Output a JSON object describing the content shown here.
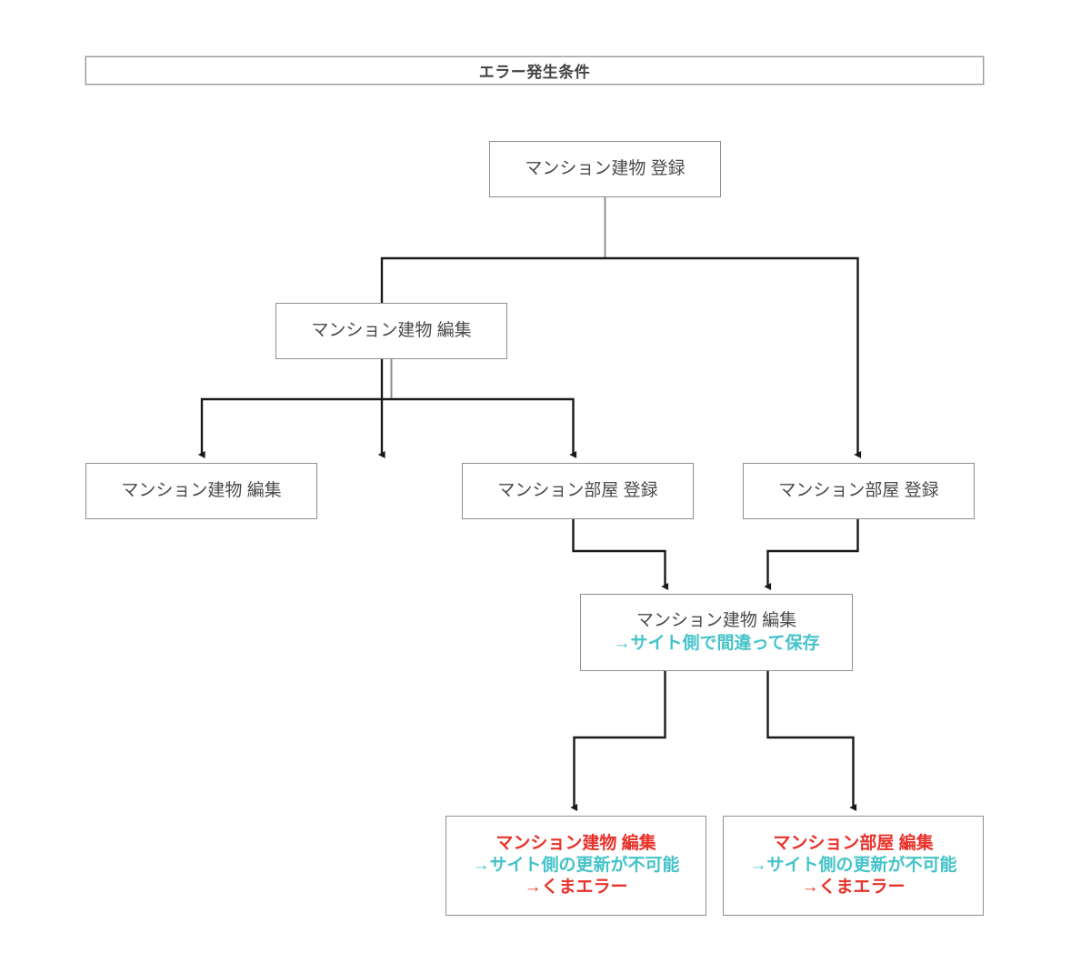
{
  "title": {
    "text": "エラー発生条件"
  },
  "colors": {
    "box_border": "#8f8f8f",
    "text_dark": "#4a4a4a",
    "text_teal": "#45c3c9",
    "text_red": "#e8322a",
    "connector": "#1a1a1a",
    "background": "#ffffff"
  },
  "nodes": {
    "top": {
      "line1": "マンション建物 登録"
    },
    "edit_level2": {
      "line1": "マンション建物 編集"
    },
    "edit_leaf": {
      "line1": "マンション建物 編集"
    },
    "room_reg_center": {
      "line1": "マンション部屋 登録"
    },
    "room_reg_right": {
      "line1": "マンション部屋 登録"
    },
    "mid_wrong_save": {
      "line1": "マンション建物 編集",
      "line2": "→サイト側で間違って保存"
    },
    "error_building": {
      "line1": "マンション建物 編集",
      "line2": "→サイト側の更新が不可能",
      "line3": "→くまエラー"
    },
    "error_room": {
      "line1": "マンション部屋 編集",
      "line2": "→サイト側の更新が不可能",
      "line3": "→くまエラー"
    }
  }
}
